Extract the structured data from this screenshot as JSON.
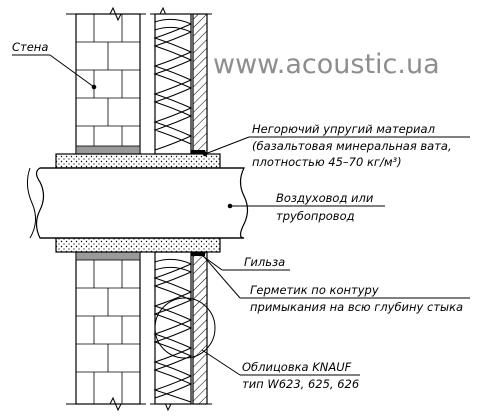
{
  "watermark": "www.acoustic.ua",
  "labels": {
    "wall": "Стена",
    "material_line1": "Негорючий упругий материал",
    "material_line2": "(базальтовая минеральная вата,",
    "material_line3": "плотностью 45–70 кг/м³)",
    "duct_line1": "Воздуховод или",
    "duct_line2": "трубопровод",
    "sleeve": "Гильза",
    "sealant_line1": "Герметик по контуру",
    "sealant_line2": "примыкания на всю глубину стыка",
    "cladding_line1": "Облицовка KNAUF",
    "cladding_line2": "тип W623, 625, 626"
  }
}
